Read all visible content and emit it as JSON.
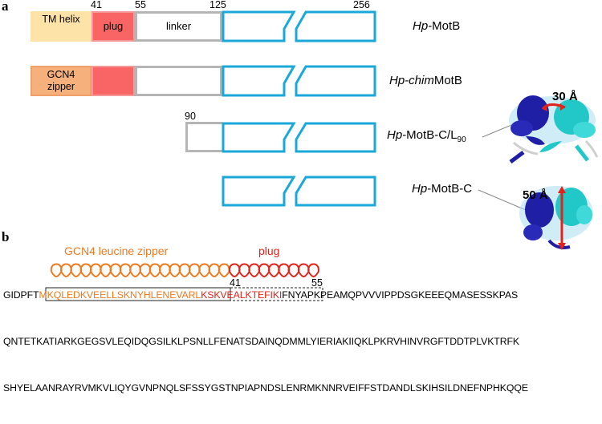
{
  "panels": {
    "a": "a",
    "b": "b"
  },
  "colors": {
    "tm_helix": "#fde3a7",
    "plug": "#f96464",
    "linker_border": "#b5b5b5",
    "domain_border": "#19a8d8",
    "gcn4": "#f5b07c",
    "orange_text": "#ee7a1f",
    "red_text": "#e2231a",
    "dark_blue": "#1f1fa6",
    "cyan": "#22c7c7"
  },
  "constructs": [
    {
      "name_italic": "Hp",
      "name_rest": "-MotB",
      "name_sub": ""
    },
    {
      "name_italic": "Hp-chim",
      "name_rest": "MotB",
      "name_sub": ""
    },
    {
      "name_italic": "Hp",
      "name_rest": "-MotB-C/L",
      "name_sub": "90"
    },
    {
      "name_italic": "Hp",
      "name_rest": "-MotB-C",
      "name_sub": ""
    }
  ],
  "domain_labels": {
    "tm_helix": "TM helix",
    "plug": "plug",
    "linker": "linker",
    "gcn4_zipper": "GCN4 zipper"
  },
  "residue_numbers": {
    "n41": "41",
    "n55": "55",
    "n125": "125",
    "n256": "256",
    "n90": "90"
  },
  "structures": [
    {
      "distance": "30 Å"
    },
    {
      "distance": "50 Å"
    }
  ],
  "panel_b": {
    "coil_label_zipper": "GCN4 leucine zipper",
    "coil_label_plug": "plug",
    "num41": "41",
    "num55": "55",
    "line1_prefix": "GIDPFT",
    "line1_zipper": "MKQLEDKVEELLSKNYHLENEVARL",
    "line1_plug": "KSKVEALKTEFIKI",
    "line1_rest": "FNYAPKPEAMQPVVVIPPDSGKEEEQMASESSKPAS",
    "line2": "QNTETKATIARKGEGSVLEQIDQGSILKLPSNLLFENATSDAINQDMMLYIERIAKIIQKLPKRVHINVRGFTDDTPLVKTRFK",
    "line3": "SHYELAANRAYRVMKVLIQYGVNPNQLSFSSYGSTNPIAPNDSLENRMKNNRVEIFFSTDANDLSKIHSILDNEFNPHKQQE"
  }
}
